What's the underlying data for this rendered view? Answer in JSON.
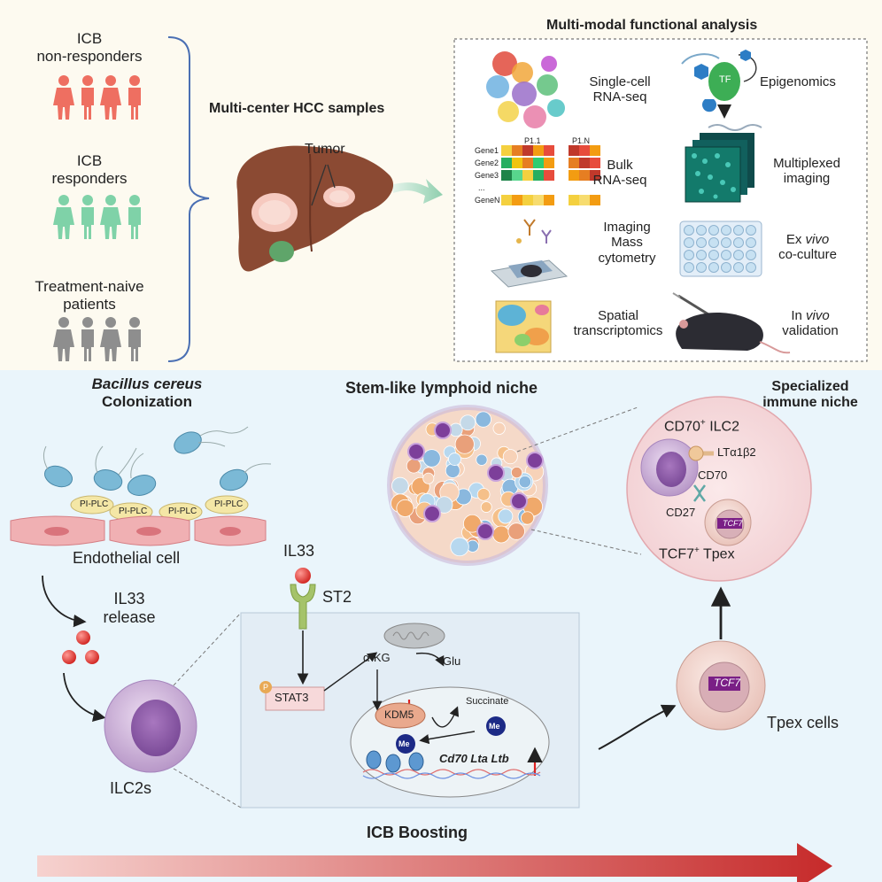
{
  "groups": {
    "non_responders": [
      "ICB",
      "non-responders"
    ],
    "responders": [
      "ICB",
      "responders"
    ],
    "naive": [
      "Treatment-naive",
      "patients"
    ]
  },
  "samples": {
    "title": "Multi-center HCC samples",
    "tumor_label": "Tumor"
  },
  "analysis": {
    "title": "Multi-modal functional analysis",
    "scrnaseq": [
      "Single-cell",
      "RNA-seq"
    ],
    "epigenomics": "Epigenomics",
    "tf_label": "TF",
    "bulk": [
      "Bulk",
      "RNA-seq"
    ],
    "heatmap_cols": [
      "P1.1",
      "P1.N"
    ],
    "heatmap_genes": [
      "Gene1",
      "Gene2",
      "Gene3",
      "...",
      "GeneN"
    ],
    "multiplexed": [
      "Multiplexed",
      "imaging"
    ],
    "imc": [
      "Imaging",
      "Mass",
      "cytometry"
    ],
    "exvivo": {
      "a": "Ex ",
      "b": "vivo",
      "c": "co-culture"
    },
    "spatial": [
      "Spatial",
      "transcriptomics"
    ],
    "invivo": {
      "a": "In ",
      "b": "vivo",
      "c": "validation"
    }
  },
  "colonization": {
    "title_italic": "Bacillus cereus",
    "title": "Colonization",
    "pi_plc": "PI-PLC",
    "endothelial": "Endothelial cell",
    "il33_release": [
      "IL33",
      "release"
    ],
    "ilc2s": "ILC2s"
  },
  "niche": {
    "title": "Stem-like lymphoid niche"
  },
  "signaling": {
    "il33": "IL33",
    "st2": "ST2",
    "p": "P",
    "stat3": "STAT3",
    "akg": "α-KG",
    "glu": "Glu",
    "kdm5": "KDM5",
    "succinate": "Succinate",
    "me": "Me",
    "genes": "Cd70 Lta Ltb"
  },
  "specialized": {
    "title": [
      "Specialized",
      "immune niche"
    ],
    "ilc2": "CD70",
    "ilc2_sup": "+",
    "ilc2_tail": " ILC2",
    "lta": "LTα1β2",
    "cd70": "CD70",
    "cd27": "CD27",
    "tcf7": "TCF7",
    "tpex": "TCF7",
    "tpex_sup": "+",
    "tpex_tail": " Tpex"
  },
  "tpex_cells": {
    "label": "Tpex cells",
    "tcf7": "TCF7"
  },
  "boosting": {
    "label": "ICB Boosting"
  },
  "colors": {
    "red_people": "#ee6f61",
    "green_people": "#7fd2a8",
    "grey_people": "#8e8e8e",
    "bracket": "#4a6fb3",
    "top_bg": "#fdfaf0",
    "bottom_bg": "#eaf5fb",
    "arrow_start": "#f4c8c4",
    "arrow_end": "#c8282b"
  }
}
